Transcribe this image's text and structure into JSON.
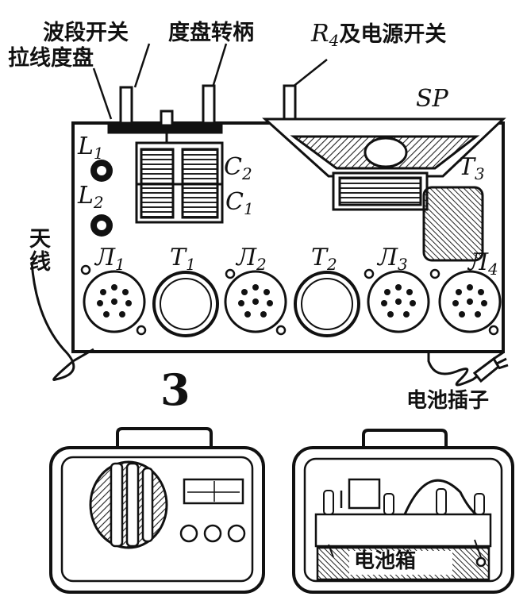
{
  "labels": {
    "band_switch": "波段开关",
    "dial_cord": "拉线度盘",
    "dial_knob": "度盘转柄",
    "r4_power_prefix": "R",
    "r4_power_sub": "4",
    "r4_power_text": "及电源开关",
    "speaker": "SP",
    "l1_prefix": "L",
    "l1_sub": "1",
    "l2_prefix": "L",
    "l2_sub": "2",
    "c2_prefix": "C",
    "c2_sub": "2",
    "c1_prefix": "C",
    "c1_sub": "1",
    "t3_prefix": "T",
    "t3_sub": "3",
    "antenna": "天线",
    "tube1_prefix": "Л",
    "tube1_sub": "1",
    "t1_prefix": "T",
    "t1_sub": "1",
    "tube2_prefix": "Л",
    "tube2_sub": "2",
    "t2_prefix": "T",
    "t2_sub": "2",
    "tube3_prefix": "Л",
    "tube3_sub": "3",
    "tube4_prefix": "Л",
    "tube4_sub": "4",
    "battery_plug": "电池插子",
    "battery_box": "电池箱",
    "figure_number": "3"
  },
  "colors": {
    "ink": "#111111",
    "paper": "#ffffff",
    "hatch": "#222222"
  }
}
